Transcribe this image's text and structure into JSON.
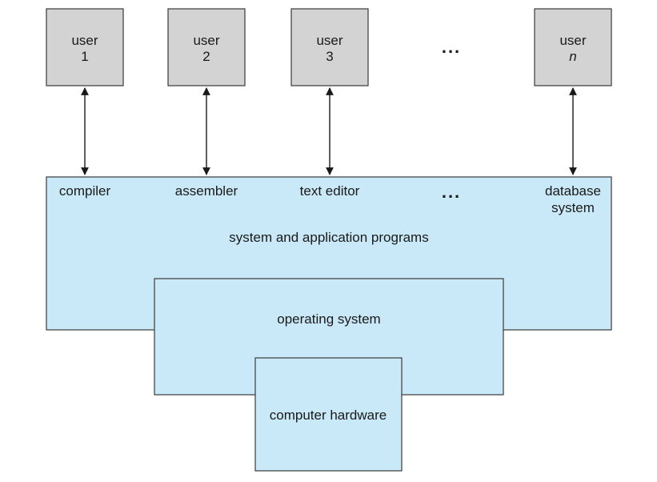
{
  "colors": {
    "user_box_fill": "#d3d3d4",
    "user_box_stroke": "#3a3a3a",
    "layer_fill": "#c9e9f8",
    "layer_stroke": "#3a3a3a",
    "arrow": "#1a1a1a"
  },
  "users": [
    {
      "word": "user",
      "id": "1"
    },
    {
      "word": "user",
      "id": "2"
    },
    {
      "word": "user",
      "id": "3"
    },
    {
      "word": "user",
      "id": "n"
    }
  ],
  "users_ellipsis": "...",
  "programs": [
    {
      "line1": "compiler",
      "line2": ""
    },
    {
      "line1": "assembler",
      "line2": ""
    },
    {
      "line1": "text editor",
      "line2": ""
    },
    {
      "line1": "database",
      "line2": "system"
    }
  ],
  "programs_ellipsis": "...",
  "layers": {
    "applications": "system and application programs",
    "operating_system": "operating system",
    "hardware": "computer hardware"
  }
}
